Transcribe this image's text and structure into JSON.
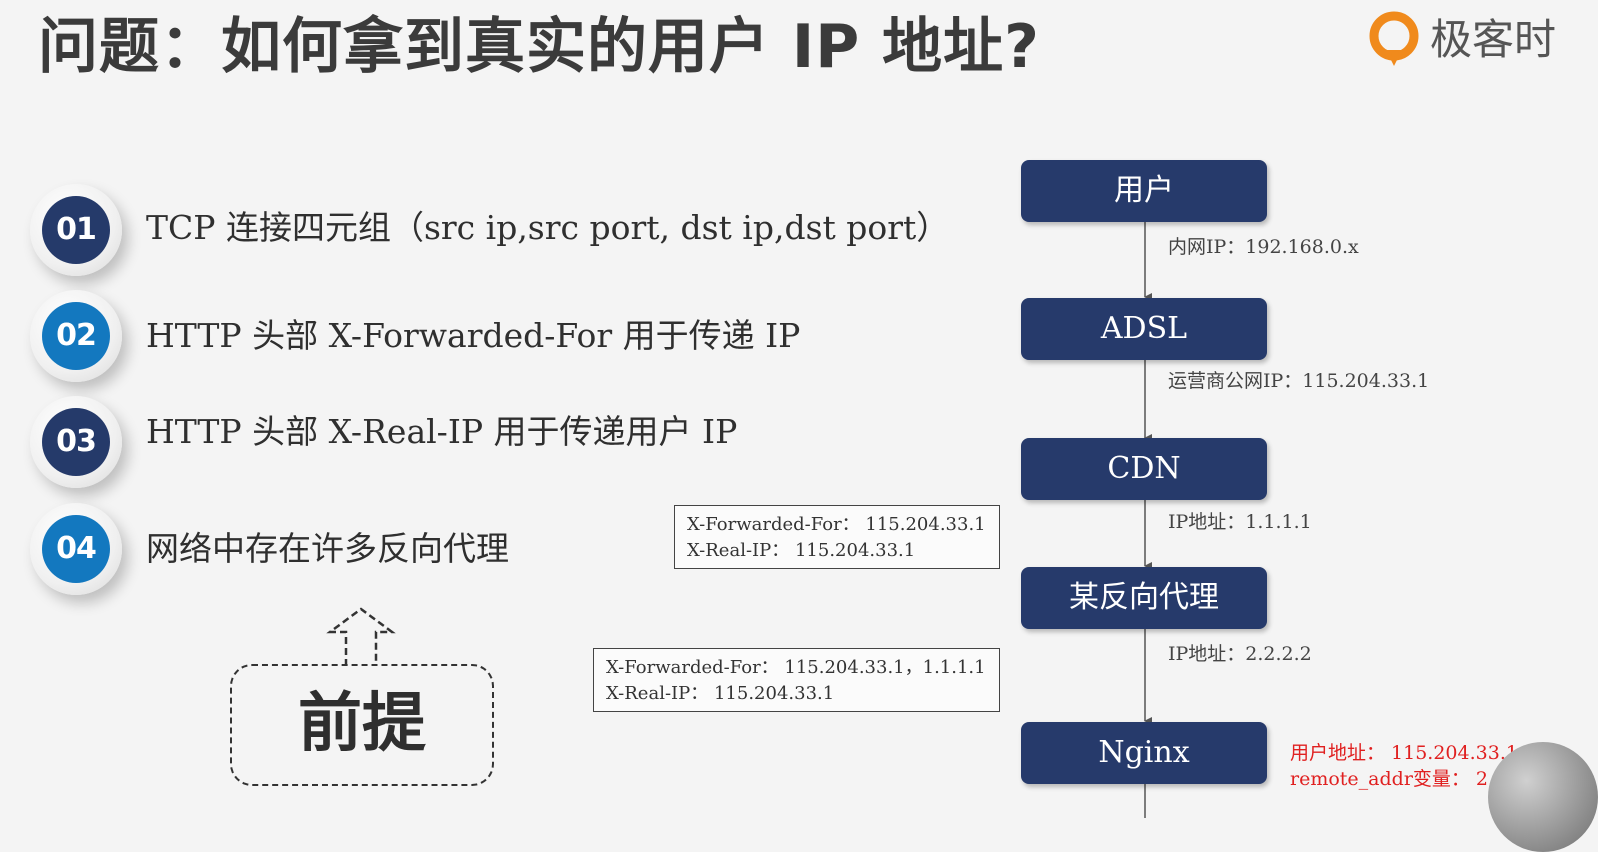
{
  "title": "问题：如何拿到真实的用户 IP 地址?",
  "brand": {
    "name": "极客时间",
    "visible_text": "极客时",
    "logo_color": "#f08a1c"
  },
  "items": [
    {
      "num": "01",
      "text": "TCP 连接四元组（src ip,src port, dst ip,dst port）",
      "color": "#253a6a"
    },
    {
      "num": "02",
      "text": "HTTP 头部 X-Forwarded-For 用于传递 IP",
      "color": "#1378bf"
    },
    {
      "num": "03",
      "text": "HTTP 头部 X-Real-IP 用于传递用户 IP",
      "color": "#253a6a"
    },
    {
      "num": "04",
      "text": "网络中存在许多反向代理",
      "color": "#1378bf"
    }
  ],
  "premise": {
    "label": "前提"
  },
  "flow": {
    "nodes": [
      "用户",
      "ADSL",
      "CDN",
      "某反向代理",
      "Nginx"
    ],
    "edge_labels": [
      "内网IP：192.168.0.x",
      "运营商公网IP：115.204.33.1",
      "IP地址：1.1.1.1",
      "IP地址：2.2.2.2"
    ],
    "node_color": "#263a6b",
    "arrow_color": "#555555"
  },
  "header_boxes": [
    {
      "line1": "X-Forwarded-For：  115.204.33.1",
      "line2": "X-Real-IP：  115.204.33.1"
    },
    {
      "line1": "X-Forwarded-For：  115.204.33.1，1.1.1.1",
      "line2": "X-Real-IP：  115.204.33.1"
    }
  ],
  "nginx_note": {
    "line1": "用户地址：  115.204.33.1",
    "line2": "remote_addr变量：  2.2.2.2",
    "color": "#e02020"
  }
}
